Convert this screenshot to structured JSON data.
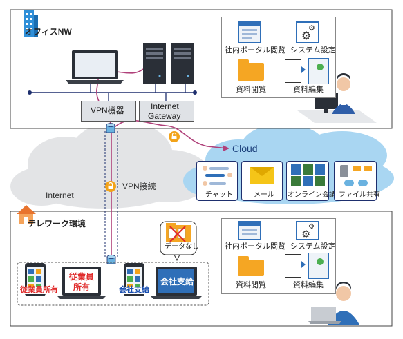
{
  "office": {
    "title": "オフィスNW",
    "vpn_device": "VPN機器",
    "gateway_line1": "Internet",
    "gateway_line2": "Gateway",
    "panel": {
      "portal": "社内ポータル閲覧",
      "system": "システム設定",
      "docs_view": "資料閲覧",
      "docs_edit": "資料編集"
    }
  },
  "network": {
    "internet": "Internet",
    "vpn_connection": "VPN接続",
    "cloud": "Cloud",
    "services": [
      "チャット",
      "メール",
      "オンライン会議",
      "ファイル共有"
    ]
  },
  "telework": {
    "title": "テレワーク環境",
    "no_data": "データなし",
    "devices": {
      "phone_employee": "従業員所有",
      "laptop_employee_line1": "従業員",
      "laptop_employee_line2": "所有",
      "phone_company": "会社支給",
      "laptop_company": "会社支給"
    },
    "panel": {
      "portal": "社内ポータル閲覧",
      "system": "システム設定",
      "docs_view": "資料閲覧",
      "docs_edit": "資料編集"
    }
  },
  "colors": {
    "pipe": "#b0417a",
    "cloud_blue": "#9fd0ee",
    "cloud_gray": "#e3e4e6",
    "lock": "#f2a31a",
    "accent_red": "#e02b2b",
    "accent_blue": "#1a4fb0",
    "screen_blue": "#2f6fb8"
  }
}
